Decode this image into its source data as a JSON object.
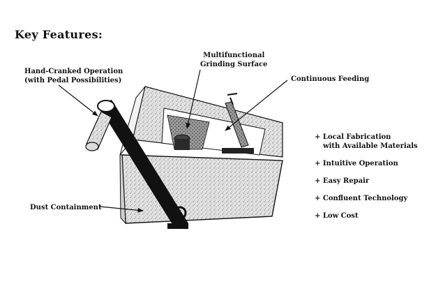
{
  "heading": "Key Features:",
  "callouts": {
    "hand_cranked": [
      "Hand-Cranked Operation",
      "(with Pedal Possibilities)"
    ],
    "grinding": [
      "Multifunctional",
      "Grinding Surface"
    ],
    "feeding": "Continuous Feeding",
    "dust": "Dust Containment"
  },
  "features": [
    {
      "mark": "+",
      "text": "Local Fabrication",
      "text2": "with Available Materials"
    },
    {
      "mark": "+",
      "text": "Intuitive Operation"
    },
    {
      "mark": "+",
      "text": "Easy Repair"
    },
    {
      "mark": "+",
      "text": "Confluent Technology"
    },
    {
      "mark": "+",
      "text": "Low Cost"
    }
  ],
  "colors": {
    "ink": "#111111",
    "paper": "#ffffff",
    "stipple": "#d7d7d7"
  }
}
